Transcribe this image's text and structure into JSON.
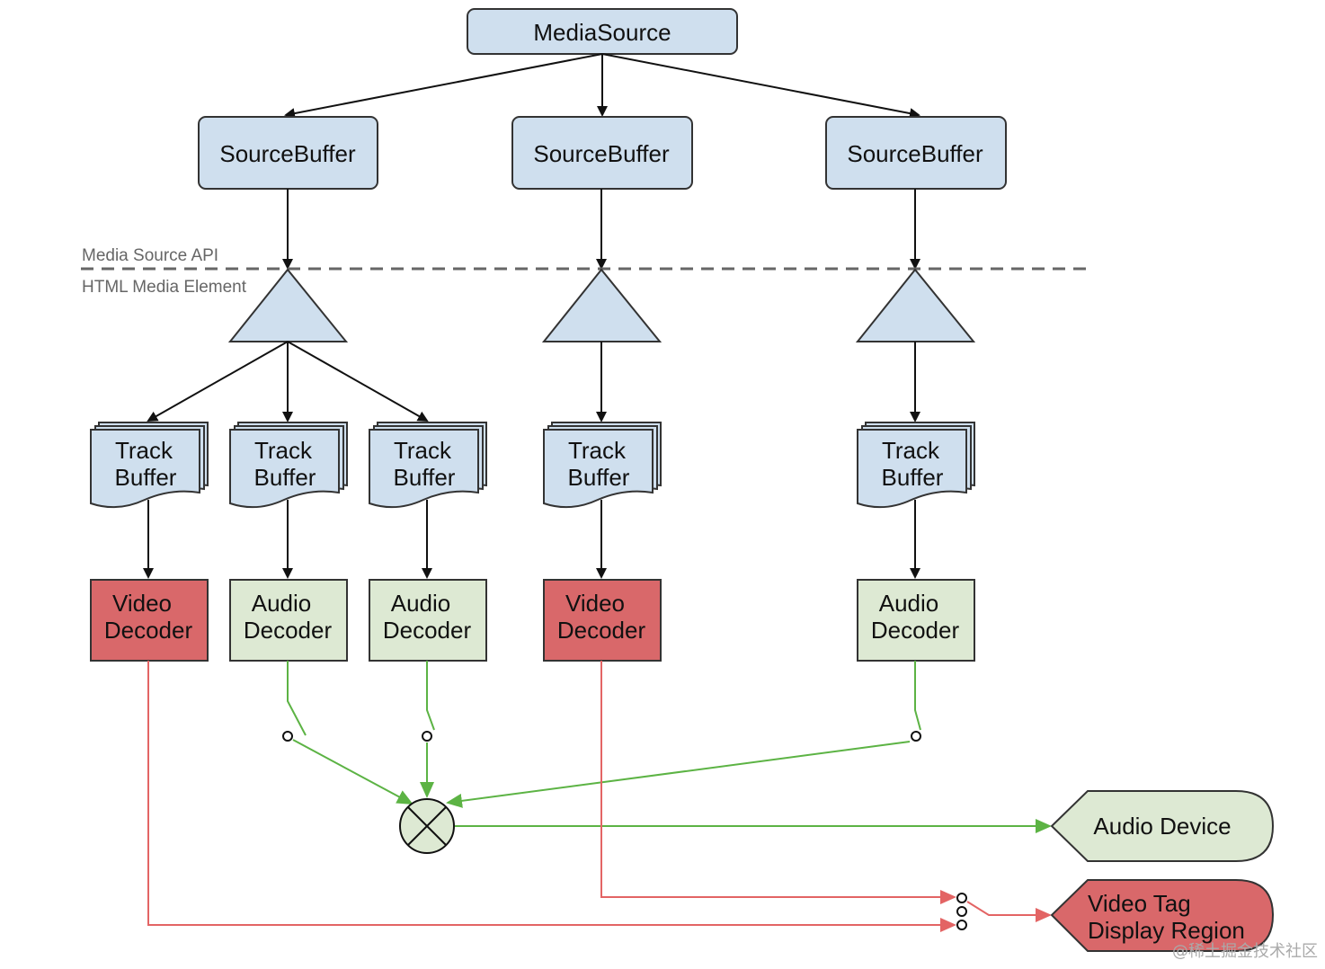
{
  "nodes": {
    "media_source": "MediaSource",
    "source_buffer_1": "SourceBuffer",
    "source_buffer_2": "SourceBuffer",
    "source_buffer_3": "SourceBuffer",
    "track_buffer": [
      "Track",
      "Buffer"
    ],
    "video_decoder": [
      "Video",
      "Decoder"
    ],
    "audio_decoder": [
      "Audio",
      "Decoder"
    ],
    "audio_device": "Audio Device",
    "video_tag": [
      "Video Tag",
      "Display Region"
    ]
  },
  "labels": {
    "api_boundary_top": "Media Source API",
    "api_boundary_bottom": "HTML Media Element"
  },
  "watermark": "@稀土掘金技术社区",
  "colors": {
    "buffer_fill": "#cfdfee",
    "video_fill": "#d9686a",
    "audio_fill": "#dde9d3",
    "audio_line": "#5cb344",
    "video_line": "#e36464",
    "stroke": "#333333"
  }
}
